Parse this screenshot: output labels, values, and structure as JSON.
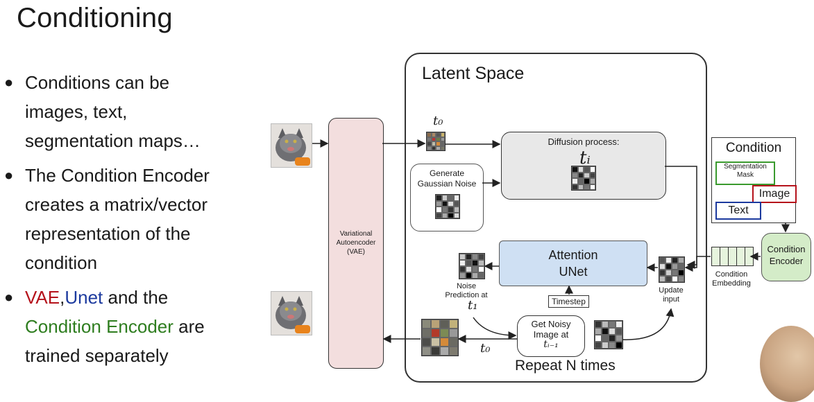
{
  "slide": {
    "title": "Conditioning",
    "bullets": [
      {
        "lines": [
          "Conditions can be",
          "images, text,",
          "segmentation maps…"
        ]
      },
      {
        "lines": [
          "The Condition Encoder",
          "creates a matrix/vector",
          "representation of the",
          "condition"
        ]
      },
      {
        "line1": {
          "vae": "VAE",
          "sep": ",",
          "unet": "Unet",
          "and": " and the"
        },
        "line2": {
          "ce": "Condition Encoder",
          "are": " are"
        },
        "line3": "trained  separately"
      }
    ]
  },
  "diagram": {
    "latent_space_label": "Latent Space",
    "vae_label": [
      "Variational",
      "Autoencoder",
      "(VAE)"
    ],
    "t0_top": "t₀",
    "diffusion_label": "Diffusion process:",
    "diffusion_t": "tᵢ",
    "gaussian_label": [
      "Generate",
      "Gaussian Noise"
    ],
    "unet_label": [
      "Attention",
      "UNet"
    ],
    "timestep_label": "Timestep",
    "noise_prediction": [
      "Noise",
      "Prediction at"
    ],
    "noise_prediction_t": "t₁",
    "update_input": [
      "Update",
      "input"
    ],
    "noisy_label": [
      "Get Noisy",
      "Image at"
    ],
    "noisy_t": "tᵢ₋₁",
    "t0_bottom": "t₀",
    "repeat": "Repeat N times",
    "condition_title": "Condition",
    "segmentation_mask": [
      "Segmentation",
      "Mask"
    ],
    "image_label": "Image",
    "text_label": "Text",
    "condition_encoder": [
      "Condition",
      "Encoder"
    ],
    "condition_embedding": [
      "Condition",
      "Embedding"
    ]
  },
  "colors": {
    "vae": "#b5121b",
    "unet": "#1c3a9e",
    "condition_encoder": "#2e7d1f"
  }
}
